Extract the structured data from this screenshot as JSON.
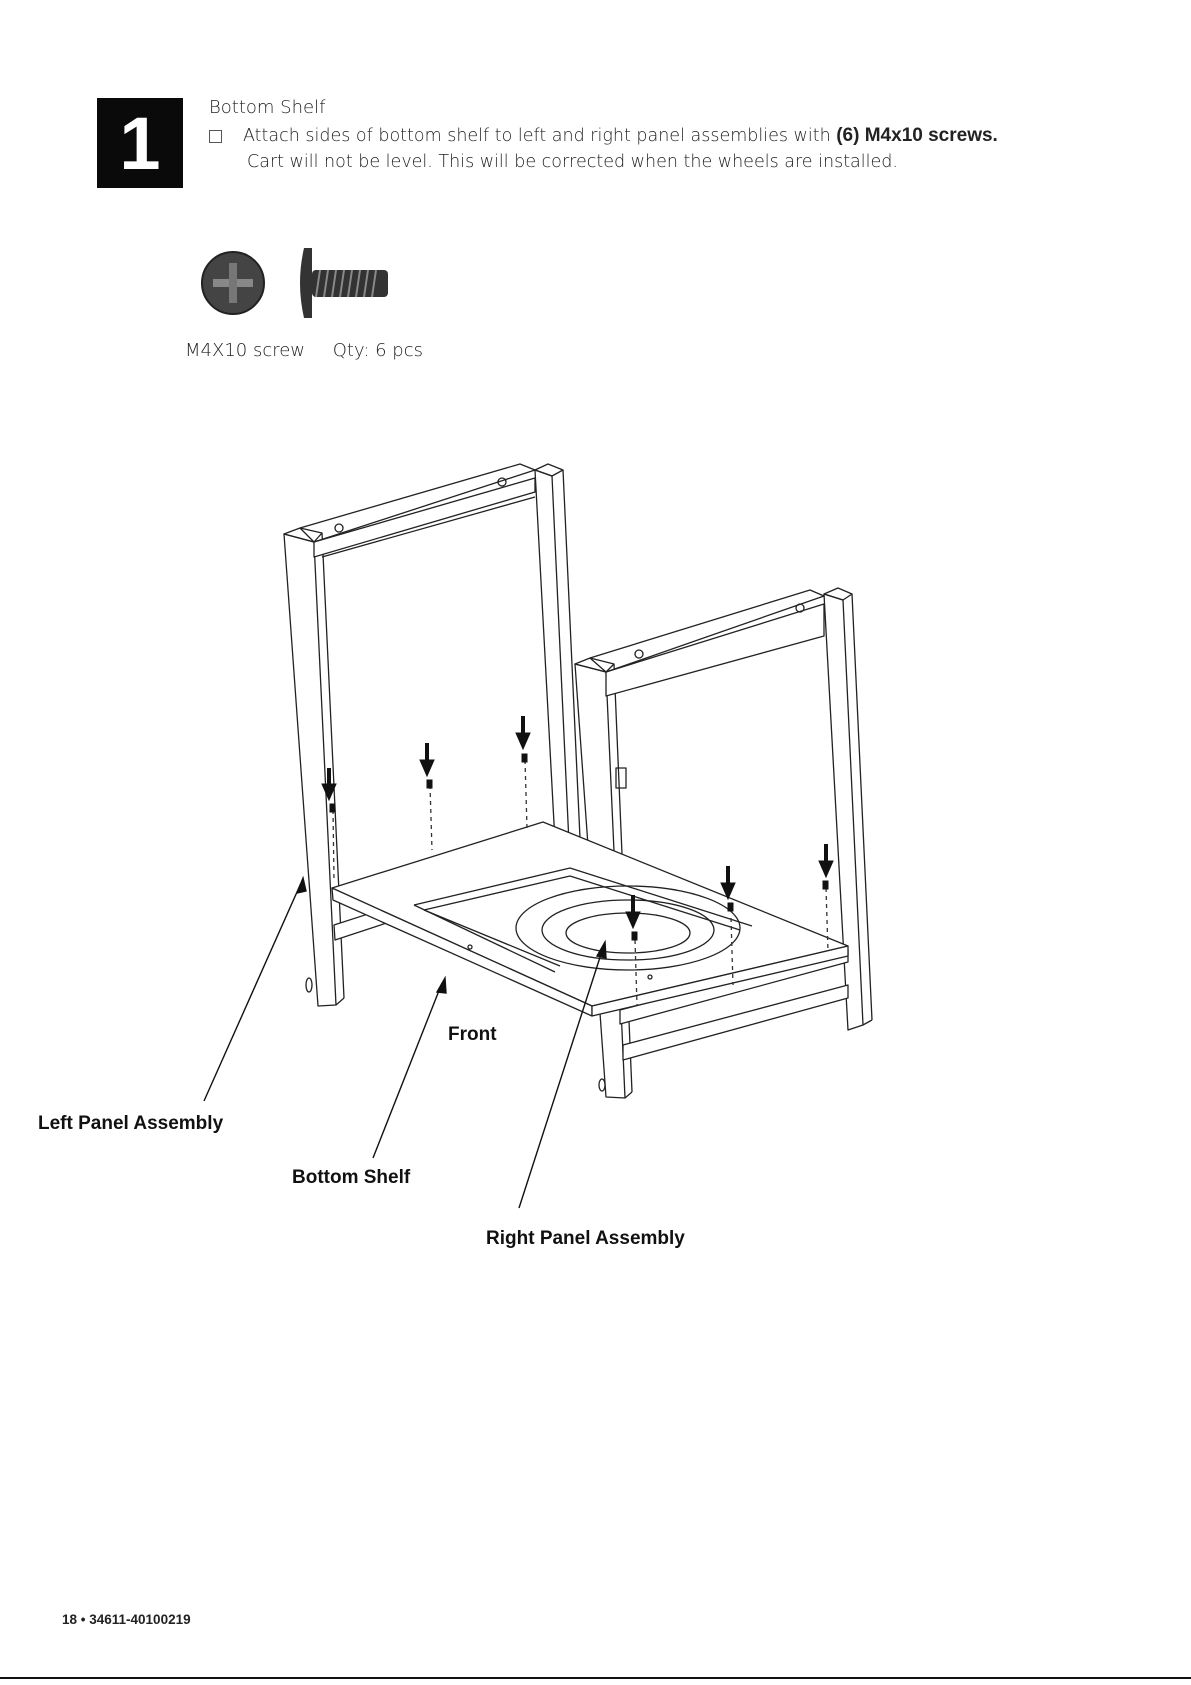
{
  "step": {
    "number": "1"
  },
  "instruction": {
    "title": "Bottom Shelf",
    "line1_pre": "Attach sides of bottom shelf to left and right panel assemblies with ",
    "line1_bold": "(6) M4x10 screws.",
    "line2": "Cart will not be level. This will be corrected when the wheels are installed."
  },
  "hardware": {
    "name": "M4X10 screw",
    "qty": "Qty: 6 pcs"
  },
  "callouts": {
    "left_panel": "Left Panel Assembly",
    "bottom_shelf": "Bottom Shelf",
    "right_panel": "Right Panel Assembly",
    "front": "Front"
  },
  "footer": {
    "text": "18 • 34611-40100219"
  }
}
